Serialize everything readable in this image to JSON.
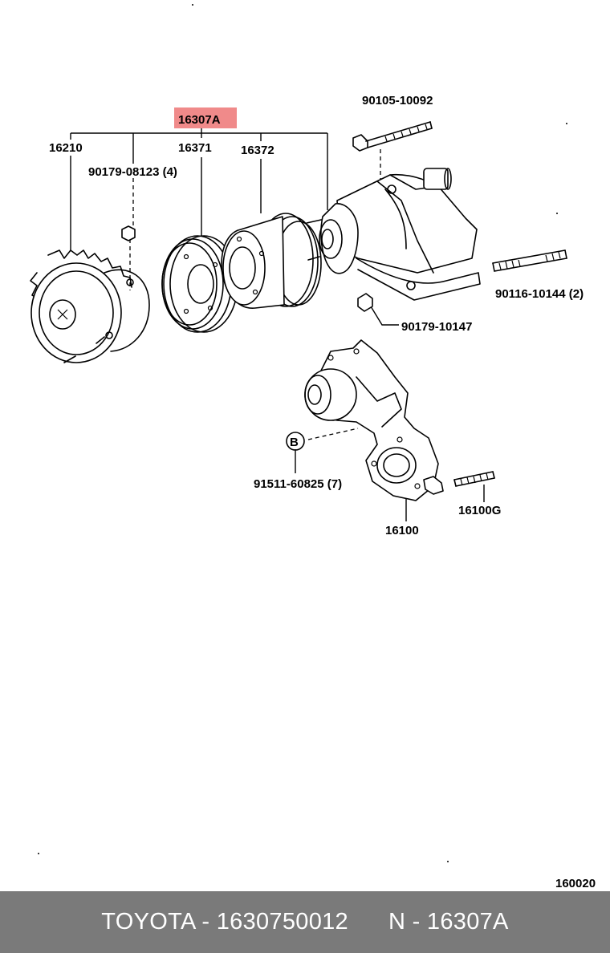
{
  "diagram": {
    "highlight_label": "16307A",
    "labels": {
      "fan_clutch": "16210",
      "pulley_front": "16371",
      "pulley_rear": "16372",
      "bolt_top": "90105-10092",
      "nut_left": "90179-08123 (4)",
      "stud_right": "90116-10144 (2)",
      "nut_right": "90179-10147",
      "ref_b_letter": "B",
      "bolt_b": "91511-60825 (7)",
      "pump_body": "16100",
      "stud_bottom": "16100G",
      "figure_code": "160020"
    },
    "colors": {
      "highlight": "#f08a8a",
      "footer_bg": "#7a7a7a"
    }
  },
  "footer": {
    "left": "TOYOTA - 1630750012",
    "right": "N - 16307A"
  }
}
